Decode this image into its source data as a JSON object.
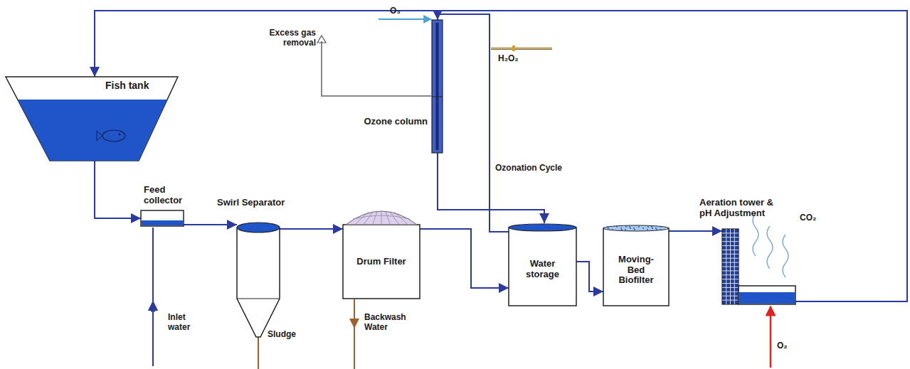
{
  "diagram": {
    "nodes": [
      {
        "text": [
          "Fish tank"
        ]
      },
      {
        "text": [
          "Feed collector"
        ]
      },
      {
        "text": [
          "Swirl Separator"
        ]
      },
      {
        "text": [
          "Drum Filter"
        ]
      },
      {
        "text": [
          "Ozone column"
        ]
      },
      {
        "text": [
          "Water storage"
        ]
      },
      {
        "text": [
          "Moving-Bed Biofilter"
        ]
      },
      {
        "text": [
          "Aeration tower & pH Adjustment"
        ]
      }
    ],
    "edges": [
      {
        "from": 0,
        "to": 1,
        "arrow": "to"
      },
      {
        "from": 1,
        "to": 2,
        "arrow": "to"
      },
      {
        "from": 2,
        "to": 3,
        "arrow": "to"
      },
      {
        "from": 3,
        "to": 5,
        "arrow": "to"
      },
      {
        "from": 5,
        "to": 4,
        "label": "Ozonation Cycle",
        "arrow": "to"
      },
      {
        "from": 4,
        "to": 5,
        "arrow": "to"
      },
      {
        "from": 5,
        "to": 6,
        "arrow": "to"
      },
      {
        "from": 6,
        "to": 7,
        "arrow": "to"
      },
      {
        "from": 7,
        "to": 0,
        "arrow": "to"
      }
    ],
    "labels": [
      "Inlet water",
      "Sludge",
      "Backwash Water",
      "Excess gas removal",
      "O₃",
      "H₂O₂",
      "CO₂",
      "O₂"
    ]
  }
}
